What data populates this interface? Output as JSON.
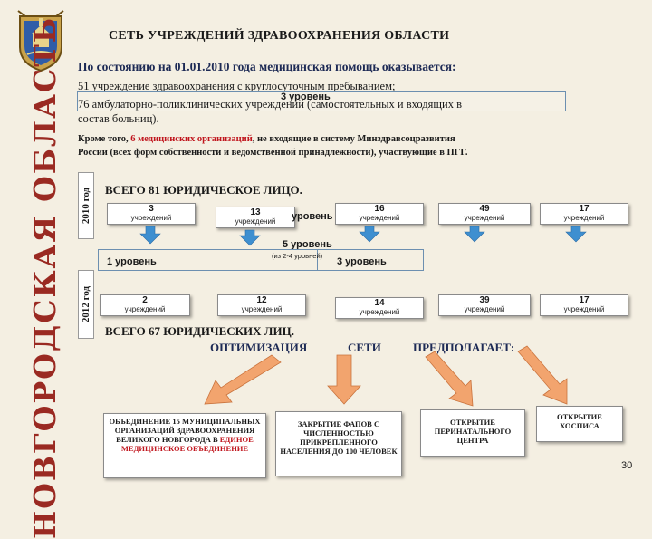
{
  "header": {
    "title": "СЕТЬ УЧРЕЖДЕНИЙ ЗДРАВООХРАНЕНИЯ ОБЛАСТИ"
  },
  "sidebar_band": "НОВГОРОДСКАЯ ОБЛАСТЬ",
  "intro": {
    "lead": "По состоянию на 01.01.2010 года медицинская помощь оказывается:",
    "line1": "51 учреждение здравоохранения с круглосуточным пребыванием;",
    "line2": "76 амбулаторно-поликлинических учреждений (самостоятельных и входящих в",
    "line3": "состав больниц).",
    "overlay_level": "3 уровень",
    "extra_line1_a": "Кроме того, ",
    "extra_line1_highlight": "6 медицинских организаций",
    "extra_line1_b": ", не входящие в систему Минздравсоцразвития",
    "extra_line2": "России (всех форм собственности и ведомственной принадлежности), участвующие в ПГГ."
  },
  "year_2010": "2010 год",
  "year_2012": "2012 год",
  "total_2010": "ВСЕГО 81 ЮРИДИЧЕСКОЕ ЛИЦО.",
  "row_2010": [
    {
      "num": "3",
      "label": "учреждений"
    },
    {
      "num": "13",
      "label": "учреждений"
    },
    {
      "num": "16",
      "label": "учреждений"
    },
    {
      "num": "49",
      "label": "учреждений"
    },
    {
      "num": "17",
      "label": "учреждений"
    }
  ],
  "overlap_level_2010": "уровень",
  "level5": "5 уровень",
  "level1": "1 уровень",
  "level_note": "(из 2-4 уровней)",
  "level3": "3 уровень",
  "row_2012": [
    {
      "num": "2",
      "label": "учреждений"
    },
    {
      "num": "12",
      "label": "учреждений"
    },
    {
      "num": "14",
      "label": "учреждений"
    },
    {
      "num": "39",
      "label": "учреждений"
    },
    {
      "num": "17",
      "label": "учреждений"
    }
  ],
  "total_2012": "ВСЕГО 67 ЮРИДИЧЕСКИХ ЛИЦ.",
  "optimization": {
    "w1": "ОПТИМИЗАЦИЯ",
    "w2": "СЕТИ",
    "w3": "ПРЕДПОЛАГАЕТ:"
  },
  "actions": {
    "a1_main": "ОБЪЕДИНЕНИЕ 15 МУНИЦИПАЛЬНЫХ ОРГАНИЗАЦИЙ ЗДРАВООХРАНЕНИЯ ВЕЛИКОГО НОВГОРОДА В ",
    "a1_highlight": "ЕДИНОЕ МЕДИЦИНСКОЕ ОБЪЕДИНЕНИЕ",
    "a2": "ЗАКРЫТИЕ ФАПОВ С ЧИСЛЕННОСТЬЮ ПРИКРЕПЛЕННОГО НАСЕЛЕНИЯ ДО 100 ЧЕЛОВЕК",
    "a3": "ОТКРЫТИЕ ПЕРИНАТАЛЬНОГО ЦЕНТРА",
    "a4": "ОТКРЫТИЕ ХОСПИСА"
  },
  "page_number": "30",
  "colors": {
    "band_red": "#9a2a22",
    "highlight_red": "#c0141c",
    "arrow_blue": "#3e8fd0",
    "arrow_orange": "#f2a46e",
    "level_border": "#6c8fb0"
  }
}
